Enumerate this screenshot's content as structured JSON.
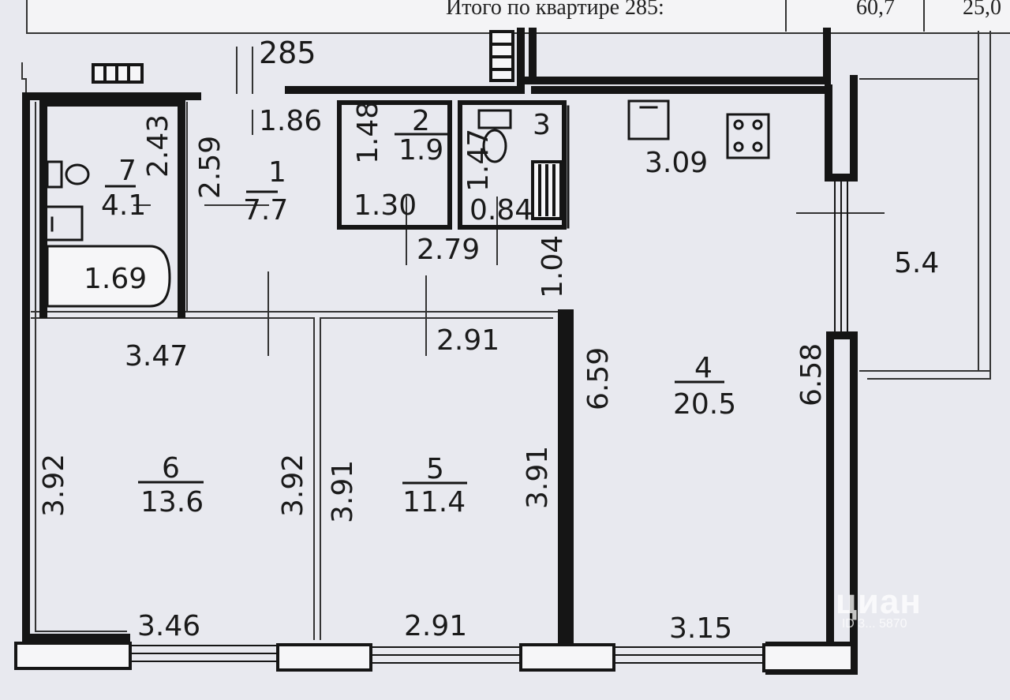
{
  "summary_row": {
    "label": "Итого по квартире 285:",
    "total_area": "60,7",
    "living_area": "25,0"
  },
  "apartment_number": "285",
  "rooms": [
    {
      "id": "1",
      "area": "7.7"
    },
    {
      "id": "2",
      "area": "1.9"
    },
    {
      "id": "3",
      "area": ""
    },
    {
      "id": "4",
      "area": "20.5"
    },
    {
      "id": "5",
      "area": "11.4"
    },
    {
      "id": "6",
      "area": "13.6"
    },
    {
      "id": "7",
      "area": "4.1"
    }
  ],
  "dimensions": [
    "1.86",
    "2.43",
    "2.59",
    "1.48",
    "1.47",
    "1.30",
    "0.84",
    "2.79",
    "1.04",
    "3.09",
    "1.69",
    "3.47",
    "2.91",
    "6.59",
    "6.58",
    "3.92",
    "3.92",
    "3.91",
    "3.91",
    "3.46",
    "2.91",
    "3.15",
    "5.4"
  ],
  "watermark": {
    "brand": "циан",
    "id_text": "ID 3... 5870"
  },
  "colors": {
    "paper": "#e8e9ef",
    "wall": "#151515",
    "line": "#333333"
  }
}
